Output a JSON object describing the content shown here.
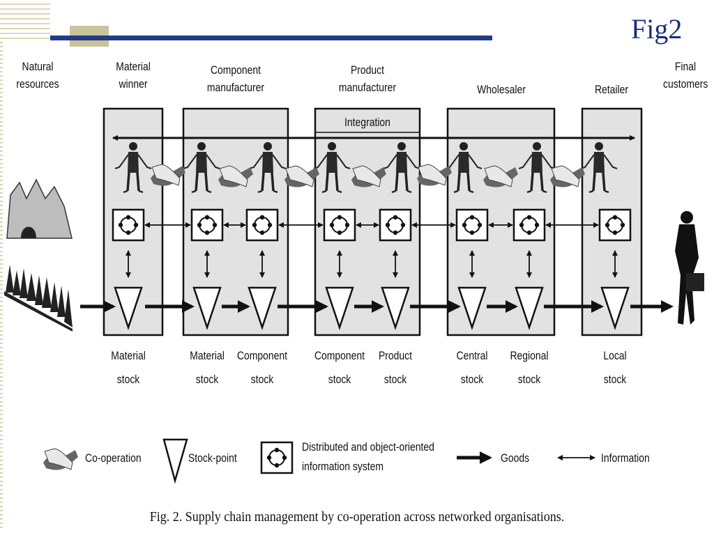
{
  "slide": {
    "title": "Fig2"
  },
  "stages": {
    "natural": {
      "line1": "Natural",
      "line2": "resources"
    },
    "material": {
      "line1": "Material",
      "line2": "winner"
    },
    "component": {
      "line1": "Component",
      "line2": "manufacturer"
    },
    "product": {
      "line1": "Product",
      "line2": "manufacturer"
    },
    "wholesaler": {
      "line1": "Wholesaler"
    },
    "retailer": {
      "line1": "Retailer"
    },
    "final": {
      "line1": "Final",
      "line2": "customers"
    }
  },
  "integration_label": "Integration",
  "stocks": [
    {
      "line1": "Material",
      "line2": "stock"
    },
    {
      "line1": "Material",
      "line2": "stock"
    },
    {
      "line1": "Component",
      "line2": "stock"
    },
    {
      "line1": "Component",
      "line2": "stock"
    },
    {
      "line1": "Product",
      "line2": "stock"
    },
    {
      "line1": "Central",
      "line2": "stock"
    },
    {
      "line1": "Regional",
      "line2": "stock"
    },
    {
      "line1": "Local",
      "line2": "stock"
    }
  ],
  "legend": {
    "cooperation": "Co-operation",
    "stockpoint": "Stock-point",
    "infosystem_line1": "Distributed and object-oriented",
    "infosystem_line2": "information system",
    "goods": "Goods",
    "information": "Information"
  },
  "caption": "Fig. 2.  Supply chain management by co-operation across networked organisations."
}
